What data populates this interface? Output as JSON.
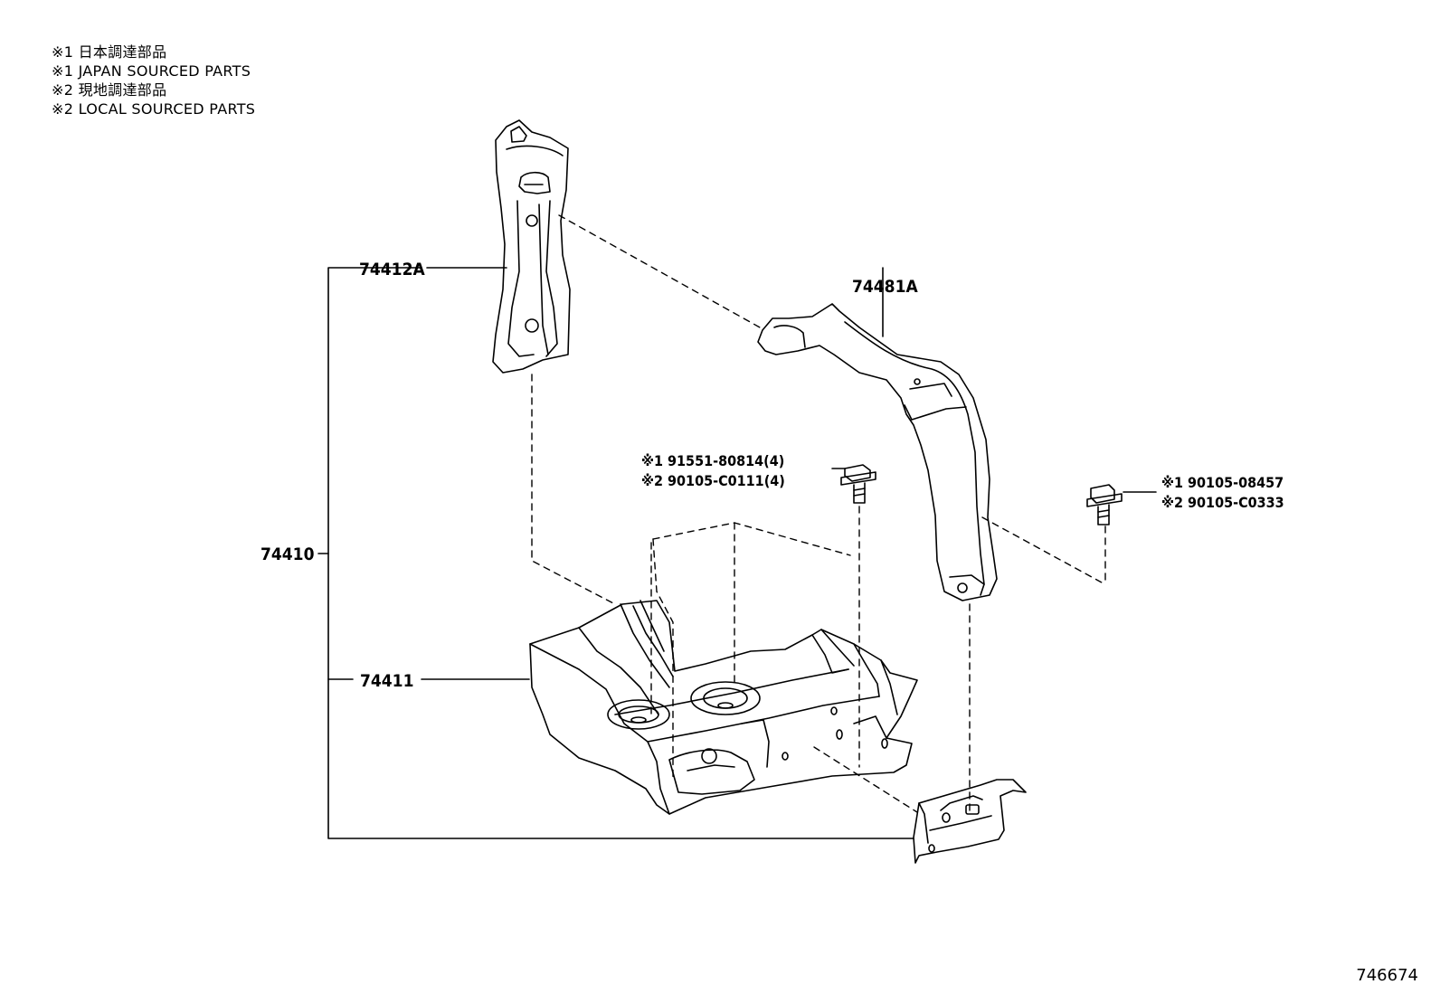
{
  "notes": [
    "※1 日本調達部品",
    "※1 JAPAN SOURCED PARTS",
    "※2 現地調達部品",
    "※2 LOCAL SOURCED PARTS"
  ],
  "parts": {
    "assembly": "74410",
    "bracket_upper": "74412A",
    "tray": "74411",
    "clamp": "74481A"
  },
  "bolts": {
    "center": {
      "line1": "※1 91551-80814(4)",
      "line2": "※2 90105-C0111(4)"
    },
    "right": {
      "line1": "※1 90105-08457",
      "line2": "※2 90105-C0333"
    }
  },
  "diagram_id": "746674"
}
